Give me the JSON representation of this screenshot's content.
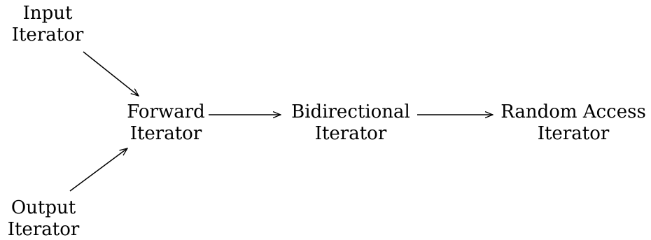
{
  "diagram": {
    "colors": {
      "stroke": "#000000",
      "text": "#000000",
      "background": "#ffffff"
    },
    "nodes": {
      "input": {
        "line1": "Input",
        "line2": "Iterator"
      },
      "output": {
        "line1": "Output",
        "line2": "Iterator"
      },
      "forward": {
        "line1": "Forward",
        "line2": "Iterator"
      },
      "bidirectional": {
        "line1": "Bidirectional",
        "line2": "Iterator"
      },
      "random_access": {
        "line1": "Random Access",
        "line2": "Iterator"
      }
    },
    "edges": [
      {
        "from": "input",
        "to": "forward"
      },
      {
        "from": "output",
        "to": "forward"
      },
      {
        "from": "forward",
        "to": "bidirectional"
      },
      {
        "from": "bidirectional",
        "to": "random_access"
      }
    ]
  }
}
